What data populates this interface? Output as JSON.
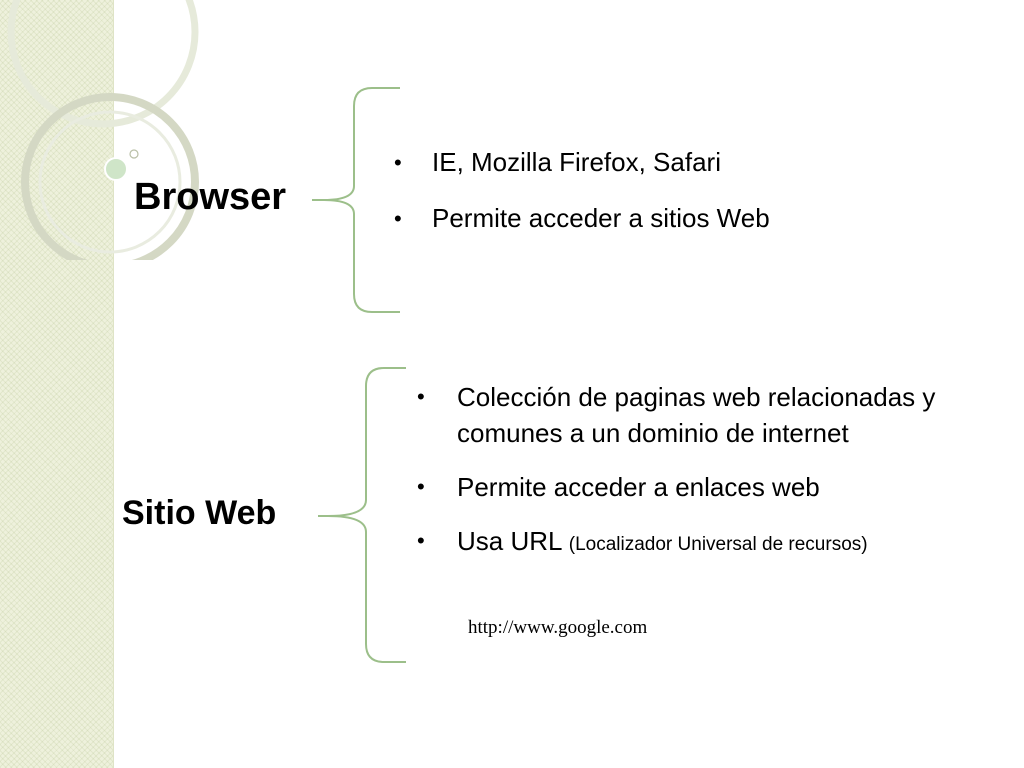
{
  "browser": {
    "title": "Browser",
    "items": [
      {
        "text": "IE, Mozilla Firefox, Safari"
      },
      {
        "text": "Permite acceder a sitios Web"
      }
    ]
  },
  "sitio_web": {
    "title": "Sitio Web",
    "items": [
      {
        "text": "Colección de paginas web relacionadas y comunes a un dominio de internet"
      },
      {
        "text": "Permite acceder a enlaces web"
      },
      {
        "text": "Usa URL",
        "note": "(Localizador Universal de recursos)"
      }
    ],
    "url": "http://www.google.com"
  },
  "bullet_symbol": "•",
  "colors": {
    "bracket": "#9cbf8a",
    "side_panel": "#eef1dc",
    "circle_stroke": "#d7dcc0",
    "dot": "#cde3c7"
  }
}
